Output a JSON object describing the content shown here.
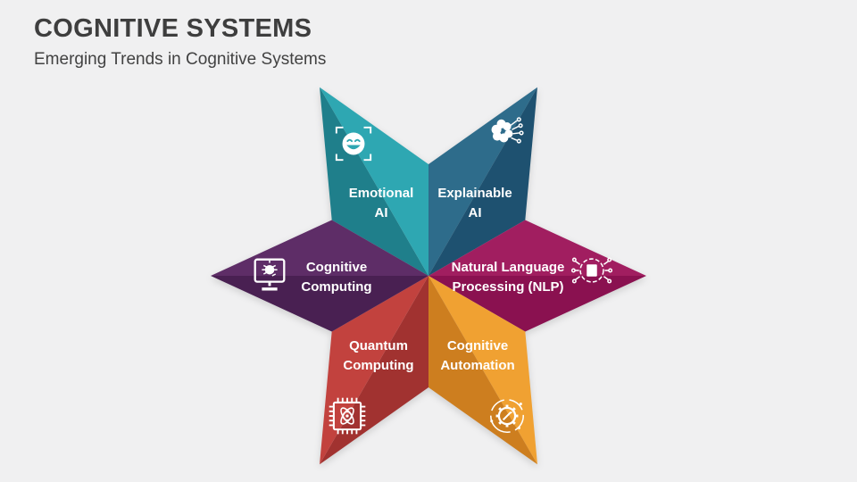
{
  "slide": {
    "title": "COGNITIVE SYSTEMS",
    "subtitle": "Emerging Trends in Cognitive Systems",
    "background_color": "#f0f0f1",
    "title_color": "#3e3e3e",
    "icon_color": "#ffffff",
    "label_color": "#ffffff"
  },
  "diagram": {
    "type": "six-point-star",
    "segments": [
      {
        "id": "emotional-ai",
        "label": "Emotional AI",
        "label_lines": [
          "Emotional",
          "AI"
        ],
        "icon": "face-scan-icon",
        "position": "top-left",
        "color_light": "#2ea7b2",
        "color_dark": "#1f7f8b"
      },
      {
        "id": "explainable-ai",
        "label": "Explainable AI",
        "label_lines": [
          "Explainable",
          "AI"
        ],
        "icon": "brain-circuit-icon",
        "position": "top-right",
        "color_light": "#2e6c8b",
        "color_dark": "#1e5170"
      },
      {
        "id": "natural-language-processing",
        "label": "Natural Language Processing (NLP)",
        "label_lines": [
          "Natural Language",
          "Processing (NLP)"
        ],
        "icon": "chip-brain-icon",
        "position": "right",
        "color_light": "#a11e60",
        "color_dark": "#8a1150"
      },
      {
        "id": "cognitive-automation",
        "label": "Cognitive Automation",
        "label_lines": [
          "Cognitive",
          "Automation"
        ],
        "icon": "gear-tool-icon",
        "position": "bottom-right",
        "color_light": "#f0a132",
        "color_dark": "#cd7e1f"
      },
      {
        "id": "quantum-computing",
        "label": "Quantum Computing",
        "label_lines": [
          "Quantum",
          "Computing"
        ],
        "icon": "quantum-chip-icon",
        "position": "bottom-left",
        "color_light": "#c2423e",
        "color_dark": "#a13230"
      },
      {
        "id": "cognitive-computing",
        "label": "Cognitive Computing",
        "label_lines": [
          "Cognitive",
          "Computing"
        ],
        "icon": "monitor-bug-icon",
        "position": "left",
        "color_light": "#5e2d67",
        "color_dark": "#492052"
      }
    ]
  }
}
